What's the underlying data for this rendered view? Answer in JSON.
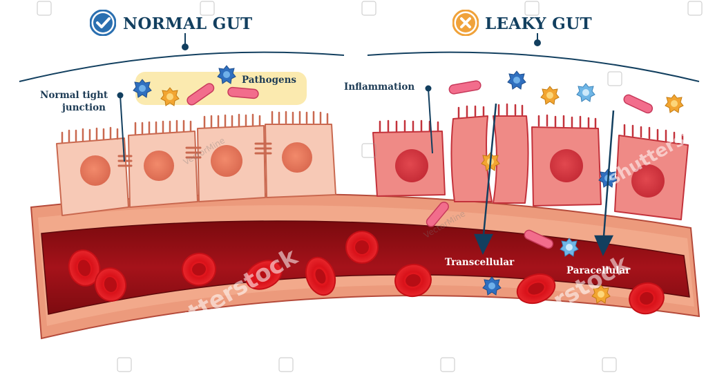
{
  "titles": {
    "normal": "NORMAL GUT",
    "leaky": "LEAKY GUT"
  },
  "labels": {
    "pathogens": "Pathogens",
    "normal_tight_junction_line1": "Normal tight",
    "normal_tight_junction_line2": "junction",
    "inflammation": "Inflammation",
    "transcellular": "Transcellular",
    "paracellular": "Paracellular"
  },
  "watermarks": {
    "brand": "shutterstock",
    "author": "VectorMine"
  },
  "colors": {
    "title_text": "#123f5f",
    "check_badge": "#2a6fb0",
    "cross_badge": "#f0a23a",
    "vessel_wall": "#e98d73",
    "blood": "#9c0f14",
    "healthy_cell": "#f7c9b6",
    "inflamed_cell": "#ef8a86"
  },
  "icons": [
    "check-icon",
    "cross-icon"
  ]
}
